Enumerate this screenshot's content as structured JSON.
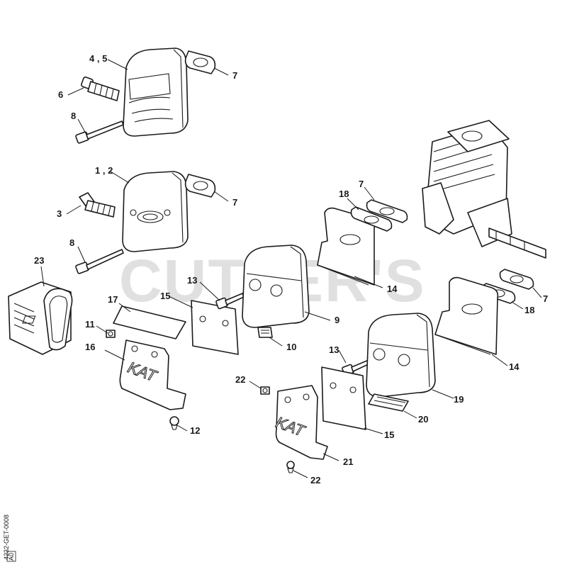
{
  "watermark": "CUTLER'S",
  "diagram_code": "4232-GET-0008",
  "diagram_code_box": "A0",
  "labels": {
    "p45": "4 , 5",
    "p7a": "7",
    "p6": "6",
    "p8a": "8",
    "p12a": "1 , 2",
    "p7b": "7",
    "p3": "3",
    "p8b": "8",
    "p23": "23",
    "p18a": "18",
    "p7c": "7",
    "p14a": "14",
    "p13a": "13",
    "p17": "17",
    "p15a": "15",
    "p9": "9",
    "p11": "11",
    "p10": "10",
    "p16": "16",
    "p12": "12",
    "p7d": "7",
    "p18b": "18",
    "p14b": "14",
    "p13b": "13",
    "p19": "19",
    "p22a": "22",
    "p20": "20",
    "p15b": "15",
    "p21": "21",
    "p22b": "22"
  },
  "kat_text": "KAT"
}
